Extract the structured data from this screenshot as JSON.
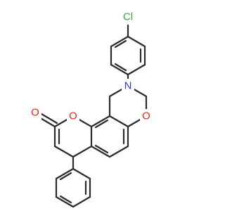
{
  "molecule": {
    "atoms": [
      {
        "id": "Cl",
        "label": "Cl",
        "color": "#3ea13e"
      },
      {
        "id": "N",
        "label": "N",
        "color": "#2f3fd0"
      },
      {
        "id": "O_ring",
        "label": "O",
        "color": "#e0281f"
      },
      {
        "id": "O_lactone",
        "label": "O",
        "color": "#e0281f"
      },
      {
        "id": "O_carbonyl",
        "label": "O",
        "color": "#e0281f"
      }
    ],
    "bond_color": "#2b2b2b"
  }
}
